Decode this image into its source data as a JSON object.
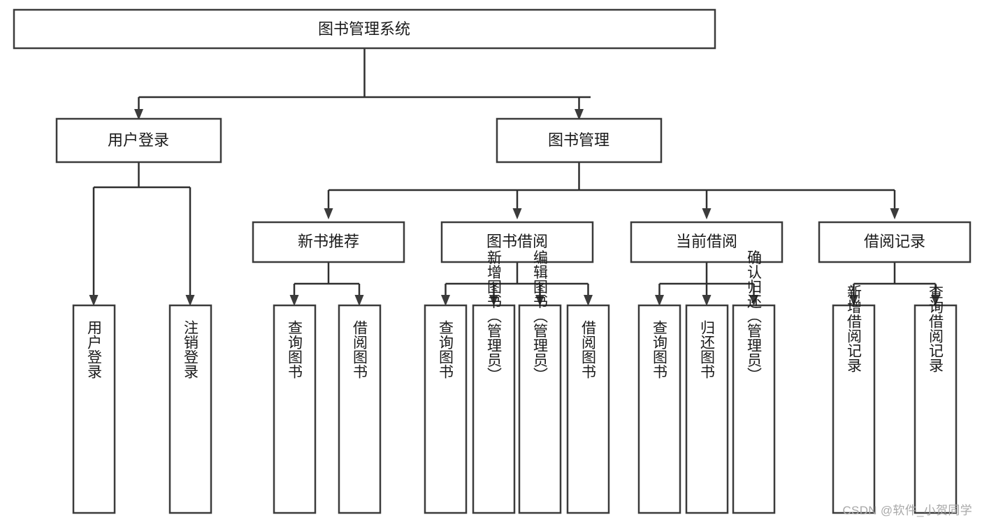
{
  "diagram": {
    "type": "tree-hierarchy-diagram",
    "title": "图书管理系统",
    "colors": {
      "box_stroke": "#3b3b3b",
      "box_fill": "#ffffff",
      "connector": "#2f2f2f",
      "text": "#1a1a1a",
      "watermark": "#a8a8a8",
      "background": "#ffffff"
    },
    "root": {
      "label": "图书管理系统"
    },
    "level2": [
      {
        "label": "用户登录"
      },
      {
        "label": "图书管理"
      }
    ],
    "level3": [
      {
        "label": "新书推荐"
      },
      {
        "label": "图书借阅"
      },
      {
        "label": "当前借阅"
      },
      {
        "label": "借阅记录"
      }
    ],
    "leaves": {
      "user_login": [
        {
          "label": "用户登录"
        },
        {
          "label": "注销登录"
        }
      ],
      "new_book_recommend": [
        {
          "label": "查询图书"
        },
        {
          "label": "借阅图书"
        }
      ],
      "book_borrow": [
        {
          "label": "查询图书"
        },
        {
          "label": "新增图书（管理员）"
        },
        {
          "label": "编辑图书（管理员）"
        },
        {
          "label": "借阅图书"
        }
      ],
      "current_borrow": [
        {
          "label": "查询图书"
        },
        {
          "label": "归还图书"
        },
        {
          "label": "确认归还（管理员）"
        }
      ],
      "borrow_record": [
        {
          "label": "新增借阅记录"
        },
        {
          "label": "查询借阅记录"
        }
      ]
    }
  },
  "watermark": {
    "text": "CSDN @软件_小贺同学"
  }
}
